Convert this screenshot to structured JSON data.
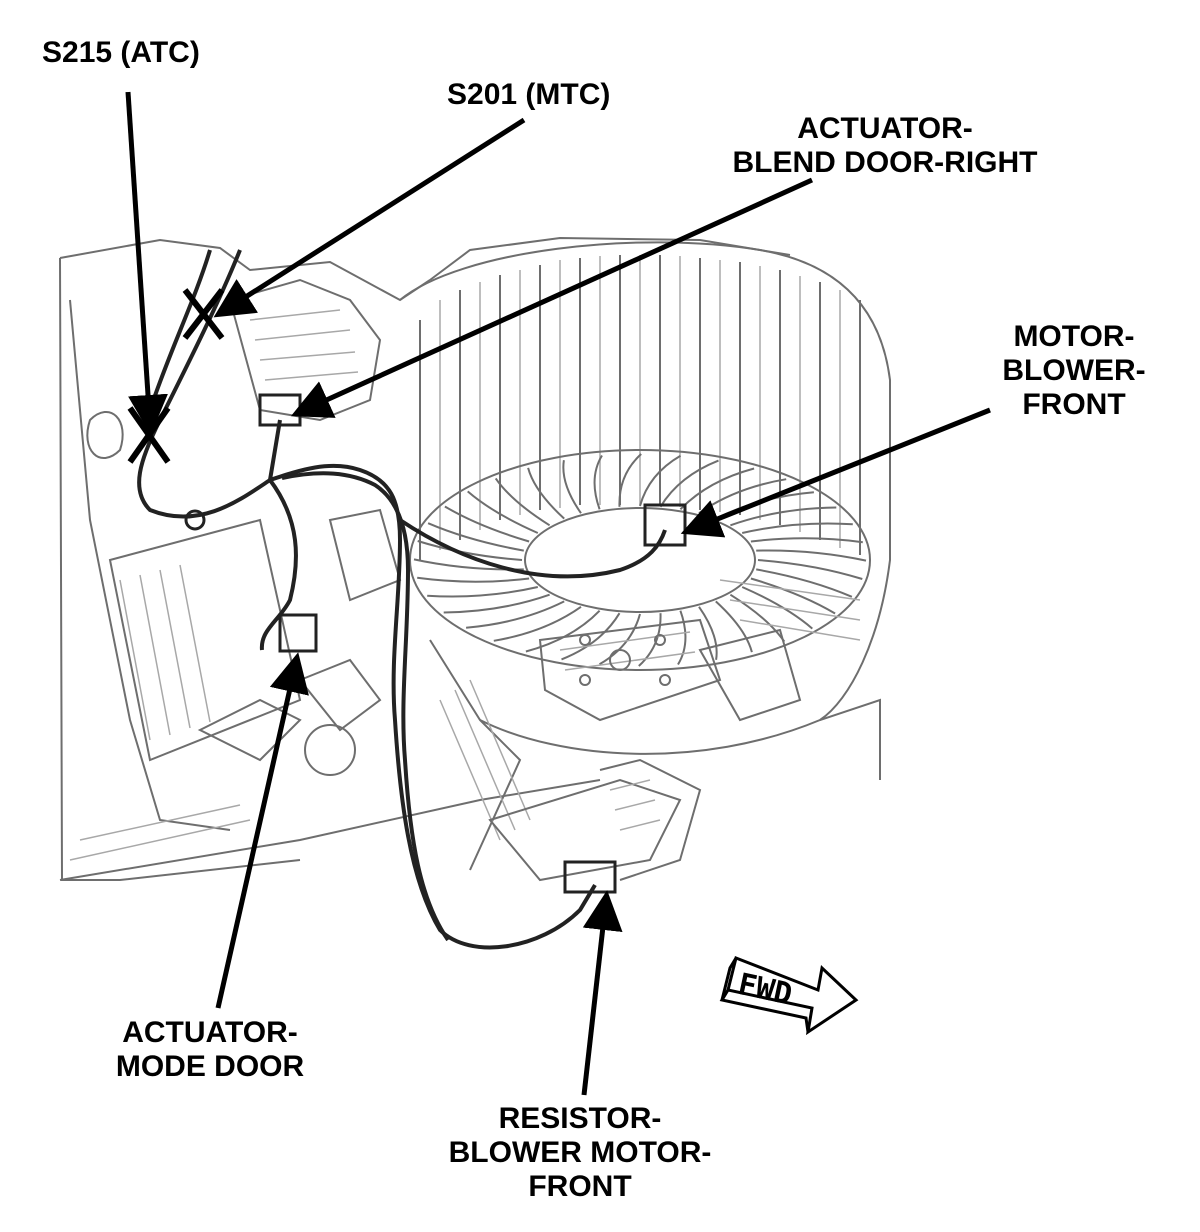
{
  "labels": {
    "s215": "S215 (ATC)",
    "s201": "S201 (MTC)",
    "actuator_blend_line1": "ACTUATOR-",
    "actuator_blend_line2": "BLEND DOOR-RIGHT",
    "motor_blower_line1": "MOTOR-",
    "motor_blower_line2": "BLOWER-",
    "motor_blower_line3": "FRONT",
    "actuator_mode_line1": "ACTUATOR-",
    "actuator_mode_line2": "MODE DOOR",
    "resistor_line1": "RESISTOR-",
    "resistor_line2": "BLOWER MOTOR-",
    "resistor_line3": "FRONT",
    "fwd": "FWD"
  },
  "colors": {
    "ink": "#000000",
    "sketch": "#6e6e6e",
    "background": "#ffffff"
  }
}
